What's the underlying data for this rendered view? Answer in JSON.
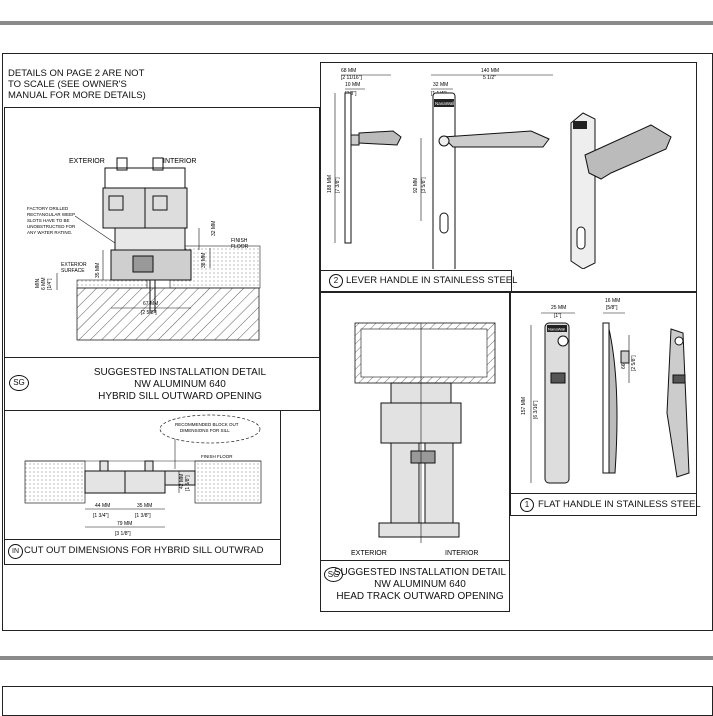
{
  "note": {
    "line1": "DETAILS ON PAGE 2 ARE NOT",
    "line2": "TO SCALE (SEE OWNER'S",
    "line3": "MANUAL FOR MORE DETAILS)"
  },
  "sill_detail": {
    "exterior": "EXTERIOR",
    "interior": "INTERIOR",
    "weep_note": [
      "FACTORY DRILLED",
      "RECTANGULAR WEEP",
      "SLOTS HAVE TO BE",
      "UNOBSTRUCTED FOR",
      "ANY WATER RATING."
    ],
    "finish_floor": [
      "FINISH",
      "FLOOR"
    ],
    "exterior_surface": [
      "EXTERIOR",
      "SURFACE"
    ],
    "dim_width_mm": "67 MM",
    "dim_width_in": "[2 5/8\"]",
    "dim_min": "MIN.",
    "dim_min_mm": "6 MM",
    "dim_min_in": "[1/4\"]",
    "dim_35": "35 MM",
    "dim_35_in": "[1 3/8\"]",
    "dim_38": "38 MM",
    "dim_38_in": "[1 1/2\"]",
    "dim_32": "32 MM",
    "dim_32_in": "[1 1/4\"]",
    "badge": "SG",
    "caption": [
      "SUGGESTED INSTALLATION DETAIL",
      "NW ALUMINUM 640",
      "HYBRID SILL OUTWARD OPENING"
    ]
  },
  "cutout": {
    "callout": [
      "RECOMMENDED BLOCK OUT",
      "DIMENSIONS FOR SILL"
    ],
    "finish_floor": "FINISH FLOOR",
    "dim_44": "44 MM",
    "dim_44_in": "[1 3/4\"]",
    "dim_35": "35 MM",
    "dim_35_in": "[1 3/8\"]",
    "dim_79": "79 MM",
    "dim_79_in": "[3 1/8\"]",
    "dim_42": "42 MM",
    "dim_42_in": "[1 5/8\"]",
    "badge": "IN",
    "caption": "CUT OUT DIMENSIONS FOR HYBRID SILL OUTWRAD"
  },
  "lever": {
    "dim_68": "68 MM",
    "dim_68_in": "[2 11/16\"]",
    "dim_10": "10 MM",
    "dim_10_in": "[3/8\"]",
    "dim_32": "32 MM",
    "dim_32_in": "[1 1/4\"]",
    "dim_140": "140 MM",
    "dim_140_in": "5 1/2\"",
    "dim_188": "188 MM",
    "dim_188_in": "[7 3/8\"]",
    "dim_92": "92 MM",
    "dim_92_in": "[3 5/8\"]",
    "brand": "NanaWall",
    "badge": "2",
    "caption": "LEVER HANDLE IN STAINLESS STEEL"
  },
  "head": {
    "exterior": "EXTERIOR",
    "interior": "INTERIOR",
    "badge": "SG",
    "caption": [
      "SUGGESTED INSTALLATION DETAIL",
      "NW ALUMINUM 640",
      "HEAD TRACK OUTWARD OPENING"
    ]
  },
  "flat": {
    "dim_25": "25 MM",
    "dim_25_in": "[1\"]",
    "dim_16": "16 MM",
    "dim_16_in": "[5/8\"]",
    "dim_157": "157 MM",
    "dim_157_in": "[6 3/16\"]",
    "dim_66": "66 MM",
    "dim_66_in": "[2 5/8\"]",
    "brand": "NanaWall",
    "badge": "1",
    "caption": "FLAT HANDLE IN STAINLESS STEEL"
  }
}
